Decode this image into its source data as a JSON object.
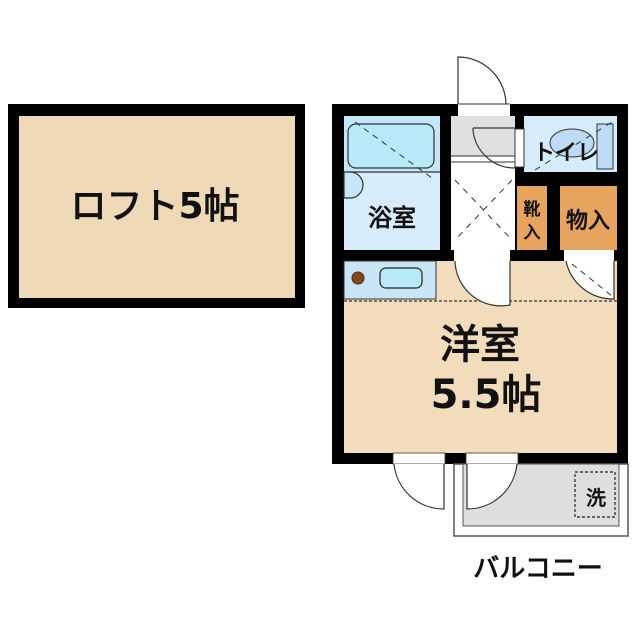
{
  "loft": {
    "label": "ロフト5帖"
  },
  "rooms": {
    "bath": {
      "label": "浴室"
    },
    "toilet": {
      "label": "トイレ"
    },
    "shoe_closet": {
      "label_line1": "靴",
      "label_line2": "入"
    },
    "storage": {
      "label": "物入"
    },
    "western_room": {
      "label_line1": "洋室",
      "label_line2": "5.5帖"
    },
    "washer": {
      "label": "洗"
    },
    "balcony": {
      "label": "バルコニー"
    }
  },
  "colors": {
    "wall": "#000000",
    "loft_floor": "#efd8b5",
    "room_floor": "#f2dcbb",
    "wet_area": "#d6ecfa",
    "tub": "#b8e9f8",
    "closet": "#e7a45e",
    "balcony": "#dedede",
    "entry_tile": "#e0e0e0"
  }
}
